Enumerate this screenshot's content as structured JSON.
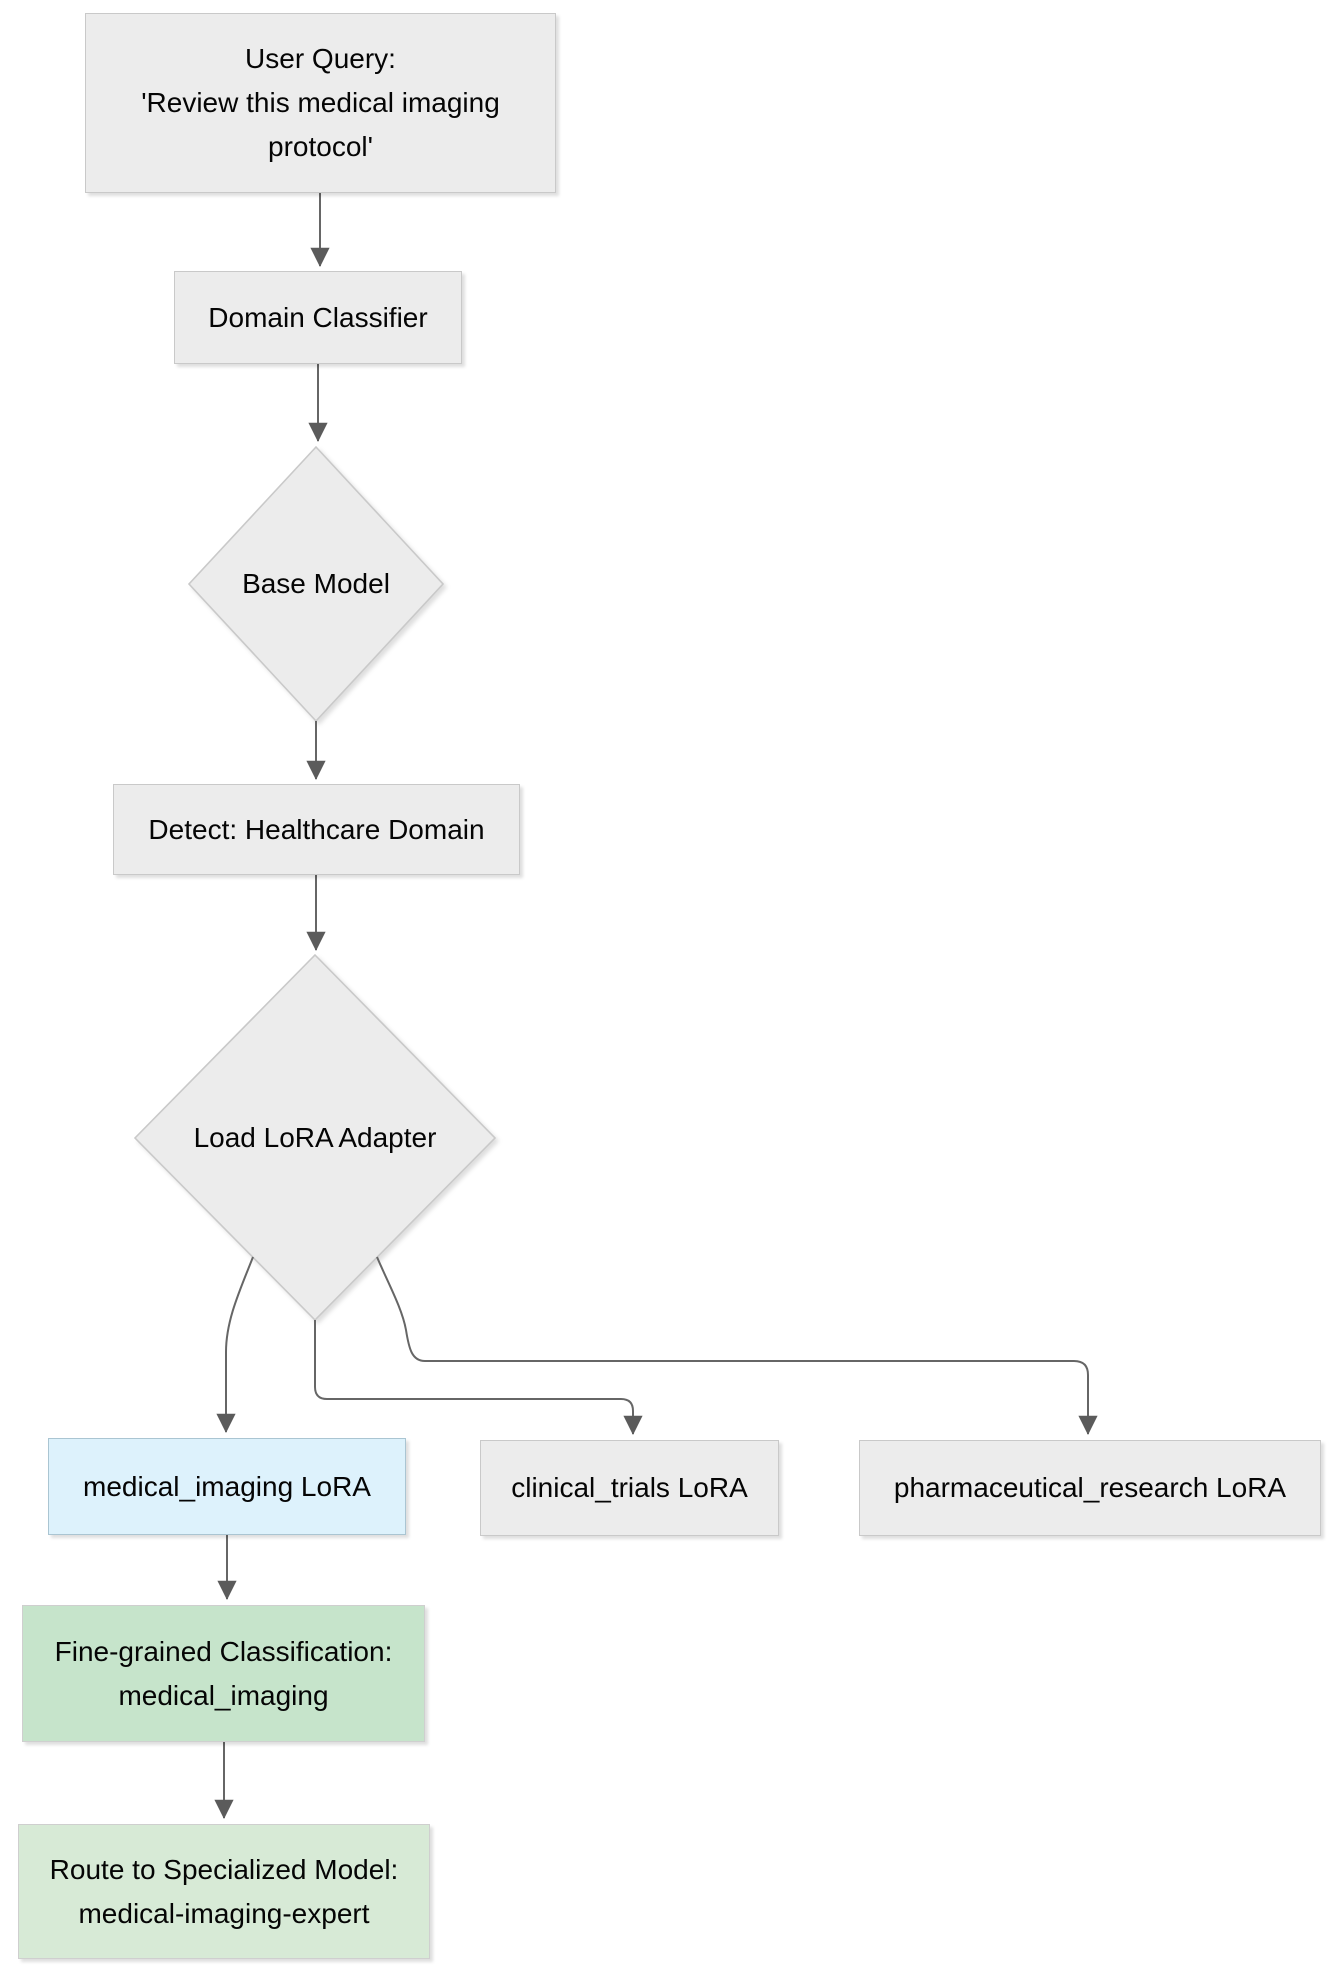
{
  "diagram": {
    "type": "flowchart",
    "direction": "top-down",
    "background": "#ffffff",
    "line_color": "#666666",
    "arrowhead_color": "#5b5b5b",
    "nodes": [
      {
        "id": "user_query",
        "shape": "rect",
        "fill": "#ececec",
        "border": "#c9c9c9",
        "label_lines": [
          "User Query:",
          "'Review this medical imaging",
          "protocol'"
        ]
      },
      {
        "id": "domain_classifier",
        "shape": "rect",
        "fill": "#ececec",
        "border": "#c9c9c9",
        "label_lines": [
          "Domain Classifier"
        ]
      },
      {
        "id": "base_model",
        "shape": "diamond",
        "fill": "#ececec",
        "border": "#c9c9c9",
        "label_lines": [
          "Base Model"
        ]
      },
      {
        "id": "detect_healthcare_domain",
        "shape": "rect",
        "fill": "#ececec",
        "border": "#c9c9c9",
        "label_lines": [
          "Detect: Healthcare Domain"
        ]
      },
      {
        "id": "load_lora_adapter",
        "shape": "diamond",
        "fill": "#ececec",
        "border": "#c9c9c9",
        "label_lines": [
          "Load LoRA Adapter"
        ]
      },
      {
        "id": "medical_imaging_lora",
        "shape": "rect",
        "fill": "#ddf2fc",
        "border": "#aac5d2",
        "label_lines": [
          "medical_imaging LoRA"
        ]
      },
      {
        "id": "clinical_trials_lora",
        "shape": "rect",
        "fill": "#ececec",
        "border": "#c9c9c9",
        "label_lines": [
          "clinical_trials LoRA"
        ]
      },
      {
        "id": "pharmaceutical_research_lora",
        "shape": "rect",
        "fill": "#ececec",
        "border": "#c9c9c9",
        "label_lines": [
          "pharmaceutical_research LoRA"
        ]
      },
      {
        "id": "fine_grained_classification",
        "shape": "rect",
        "fill": "#c6e4cb",
        "border": "#cfcfcf",
        "label_lines": [
          "Fine-grained Classification:",
          "medical_imaging"
        ]
      },
      {
        "id": "route_specialized_model",
        "shape": "rect",
        "fill": "#d7ead6",
        "border": "#cfcfcf",
        "label_lines": [
          "Route to Specialized Model:",
          "medical-imaging-expert"
        ]
      }
    ],
    "edges": [
      {
        "from": "user_query",
        "to": "domain_classifier"
      },
      {
        "from": "domain_classifier",
        "to": "base_model"
      },
      {
        "from": "base_model",
        "to": "detect_healthcare_domain"
      },
      {
        "from": "detect_healthcare_domain",
        "to": "load_lora_adapter"
      },
      {
        "from": "load_lora_adapter",
        "to": "medical_imaging_lora"
      },
      {
        "from": "load_lora_adapter",
        "to": "clinical_trials_lora"
      },
      {
        "from": "load_lora_adapter",
        "to": "pharmaceutical_research_lora"
      },
      {
        "from": "medical_imaging_lora",
        "to": "fine_grained_classification"
      },
      {
        "from": "fine_grained_classification",
        "to": "route_specialized_model"
      }
    ]
  }
}
